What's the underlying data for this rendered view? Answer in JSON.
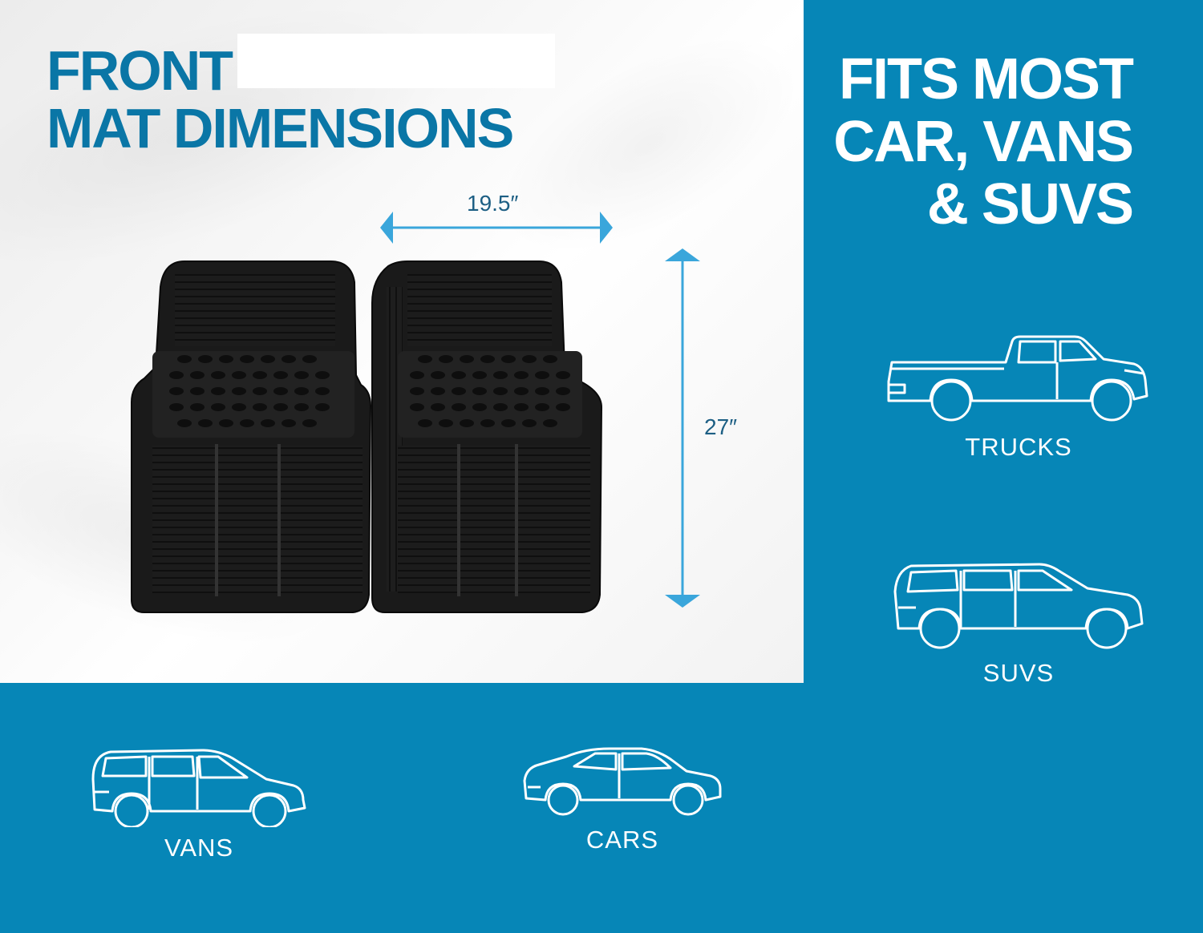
{
  "left_title": {
    "line1": "FRONT",
    "line2": "MAT DIMENSIONS"
  },
  "dimensions": {
    "width": "19.5″",
    "height": "27″"
  },
  "headline": {
    "line1": "FITS MOST",
    "line2": "CAR, VANS",
    "line3": "& SUVS"
  },
  "vehicles": {
    "trucks": "TRUCKS",
    "suvs": "SUVS",
    "vans": "VANS",
    "cars": "CARS"
  },
  "colors": {
    "brand_blue": "#0686b7",
    "title_blue": "#0a76a6",
    "arrow_blue": "#3aa6db",
    "mat_black": "#1a1a1a"
  },
  "icons": [
    "pickup-truck-icon",
    "suv-icon",
    "minivan-icon",
    "sedan-icon",
    "double-arrow-icon"
  ]
}
